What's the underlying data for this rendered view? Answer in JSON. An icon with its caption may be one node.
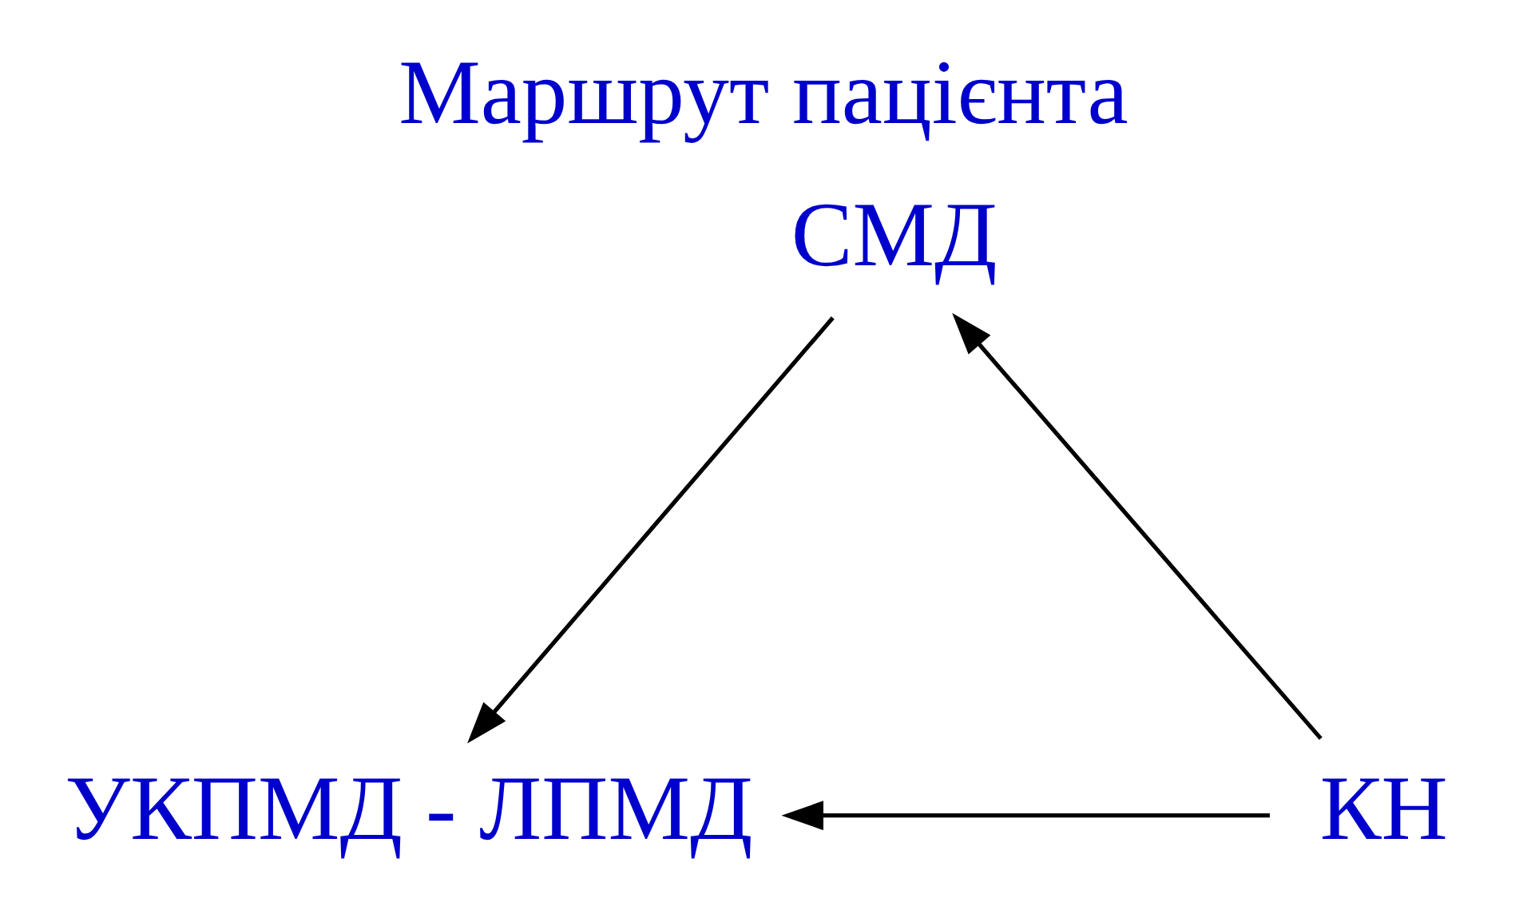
{
  "diagram": {
    "title": "Маршрут пацієнта",
    "nodes": [
      {
        "text": [
          "СМД"
        ]
      },
      {
        "text": [
          "КН"
        ]
      },
      {
        "text": [
          "УКПМД - ЛПМД"
        ]
      }
    ],
    "edges": [
      {
        "from": 1,
        "to": 0,
        "arrow": "to"
      },
      {
        "from": 0,
        "to": 2,
        "arrow": "to"
      },
      {
        "from": 1,
        "to": 2,
        "arrow": "to"
      }
    ]
  }
}
